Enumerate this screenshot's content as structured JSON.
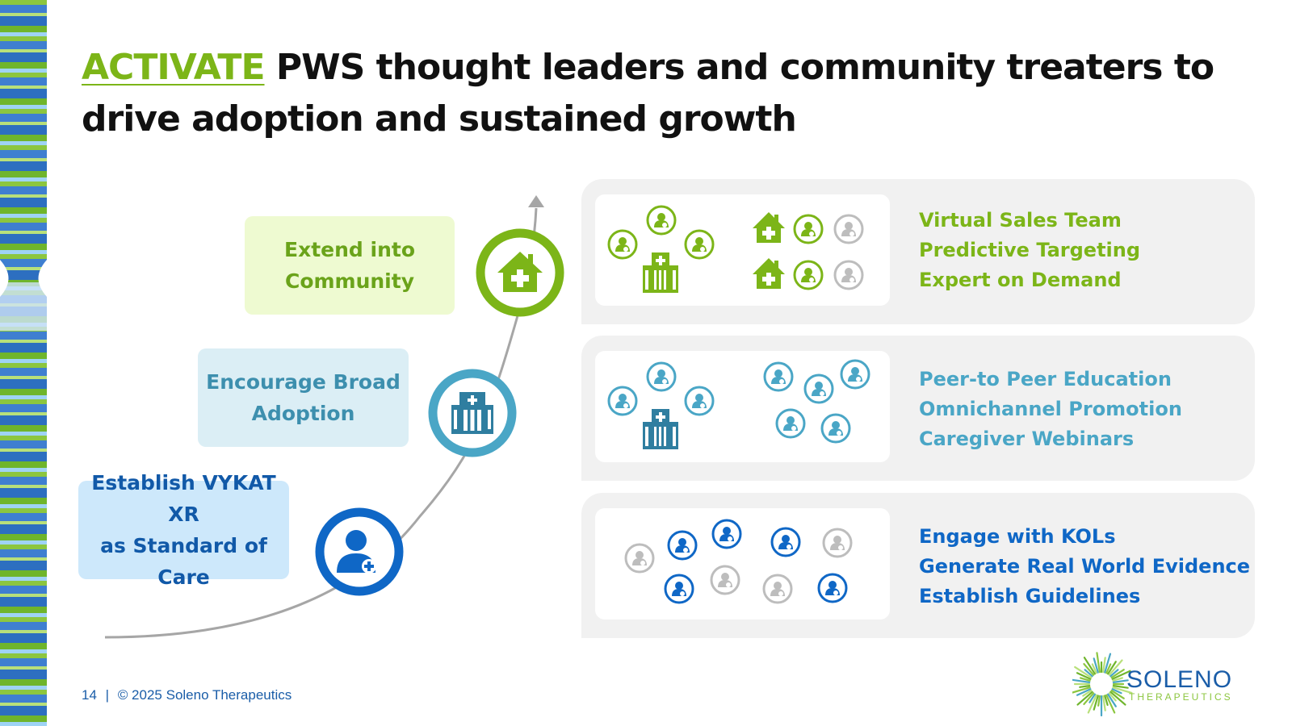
{
  "title": {
    "highlight": "ACTIVATE",
    "text": " PWS thought leaders and community treaters to drive adoption and sustained growth"
  },
  "steps": [
    {
      "lines": [
        "Extend into",
        "Community"
      ],
      "color": "#6aa31a",
      "bg": "#eefad1",
      "icon": "house-plus-icon"
    },
    {
      "lines": [
        "Encourage Broad",
        "Adoption"
      ],
      "color": "#3d8fae",
      "bg": "#dbeef5",
      "icon": "hospital-building-icon"
    },
    {
      "lines": [
        "Establish VYKAT XR",
        "as Standard of Care"
      ],
      "color": "#1159a8",
      "bg": "#cde8fb",
      "icon": "doctor-plus-icon"
    }
  ],
  "panels": [
    {
      "items": [
        "Virtual Sales Team",
        "Predictive Targeting",
        "Expert on Demand"
      ],
      "color": "#7cb518"
    },
    {
      "items": [
        "Peer-to Peer Education",
        "Omnichannel Promotion",
        "Caregiver Webinars"
      ],
      "color": "#4aa6c6"
    },
    {
      "items": [
        "Engage with KOLs",
        "Generate Real World Evidence",
        "Establish Guidelines"
      ],
      "color": "#0f67c6"
    }
  ],
  "colors": {
    "green": "#7cb518",
    "teal": "#4aa6c6",
    "blue": "#0f67c6",
    "gray": "#bdbdbd"
  },
  "footer": {
    "page": "14",
    "separator": "|",
    "copyright": "© 2025 Soleno Therapeutics"
  },
  "logo": {
    "name": "SOLENO",
    "sub": "THERAPEUTICS"
  }
}
